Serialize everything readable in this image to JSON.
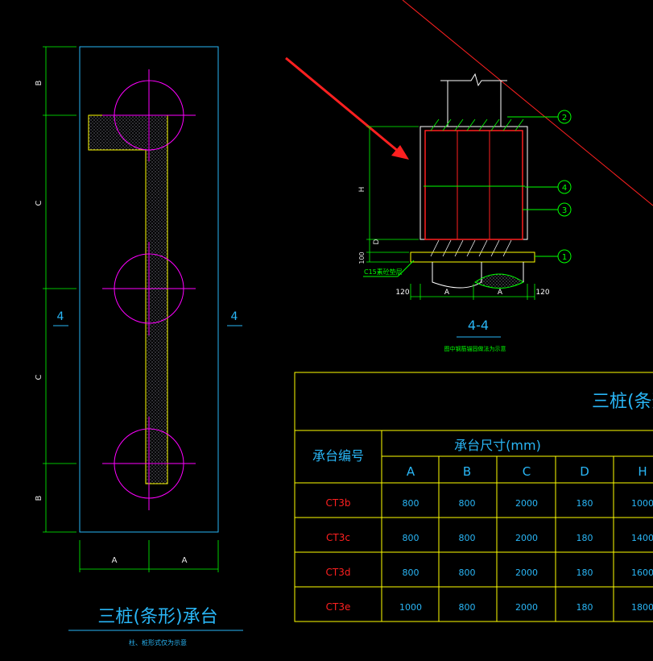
{
  "plan": {
    "dim_left": [
      "B",
      "C",
      "C",
      "B"
    ],
    "dim_bottom": [
      "A",
      "A"
    ],
    "section_mark_left": "4",
    "section_mark_right": "4",
    "title": "三桩(条形)承台",
    "subtitle": "柱、桩形式仅为示意"
  },
  "section": {
    "callouts": [
      "2",
      "4",
      "3",
      "1"
    ],
    "dim_h": "H",
    "dim_d": "D",
    "dim_100": "100",
    "dim_bottom": [
      "120",
      "A",
      "A",
      "120"
    ],
    "c15_note": "C15素砼垫层",
    "title": "4-4",
    "subtitle": "图中钢筋锚固做法为示意"
  },
  "table": {
    "title": "三桩(条形",
    "col_id": "承台编号",
    "col_group": "承台尺寸(mm)",
    "headers": [
      "A",
      "B",
      "C",
      "D",
      "H"
    ],
    "rows": [
      {
        "id": "CT3b",
        "values": [
          "800",
          "800",
          "2000",
          "180",
          "1000"
        ]
      },
      {
        "id": "CT3c",
        "values": [
          "800",
          "800",
          "2000",
          "180",
          "1400"
        ]
      },
      {
        "id": "CT3d",
        "values": [
          "800",
          "800",
          "2000",
          "180",
          "1600"
        ]
      },
      {
        "id": "CT3e",
        "values": [
          "1000",
          "800",
          "2000",
          "180",
          "1800"
        ]
      }
    ]
  },
  "colors": {
    "background": "#000000",
    "outline": "#29b6f6",
    "pile": "#ff00ff",
    "column": "#ffff00",
    "dim": "#00ff00",
    "red": "#ff2020",
    "arrow": "#ff2020"
  }
}
